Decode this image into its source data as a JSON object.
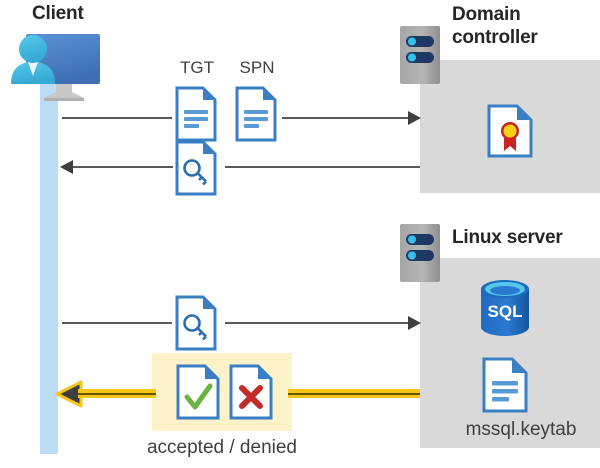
{
  "diagram": {
    "title_client": "Client",
    "title_domain_controller": "Domain\ncontroller",
    "title_domain_controller_line1": "Domain",
    "title_domain_controller_line2": "controller",
    "title_linux_server": "Linux server",
    "label_tgt": "TGT",
    "label_spn": "SPN",
    "label_keytab": "mssql.keytab",
    "label_result": "accepted / denied",
    "label_sql": "SQL"
  },
  "colors": {
    "panel_gray": "#d9d9d9",
    "lifeline_blue": "#bcdcf5",
    "highlight_yellow": "#fdf2c8",
    "arrow_yellow": "#f5c518",
    "doc_blue": "#3a7ec4",
    "monitor_blue": "#4a84c8",
    "person_cyan": "#45c0e6",
    "accept_green": "#67b540",
    "deny_red": "#c42b2b",
    "cert_gold": "#f5c518",
    "cert_red": "#cc2222",
    "sql_blue": "#1a68b8",
    "server_gray": "#9a9a9a",
    "server_navy": "#1f3864",
    "line_gray": "#5a5a5a",
    "title_dark": "#262626"
  },
  "flows": [
    {
      "name": "client-to-dc-request",
      "direction": "right",
      "artifacts": [
        "TGT",
        "SPN"
      ]
    },
    {
      "name": "dc-to-client-ticket",
      "direction": "left",
      "artifacts": [
        "key-document"
      ]
    },
    {
      "name": "client-to-linux-ticket",
      "direction": "right",
      "artifacts": [
        "key-document"
      ]
    },
    {
      "name": "linux-to-client-result",
      "direction": "left",
      "artifacts": [
        "accepted",
        "denied"
      ]
    }
  ],
  "nodes": [
    {
      "name": "client",
      "label": "Client"
    },
    {
      "name": "domain-controller",
      "label": "Domain controller",
      "contents": [
        "certificate"
      ]
    },
    {
      "name": "linux-server",
      "label": "Linux server",
      "contents": [
        "sql-database",
        "mssql.keytab"
      ]
    }
  ]
}
